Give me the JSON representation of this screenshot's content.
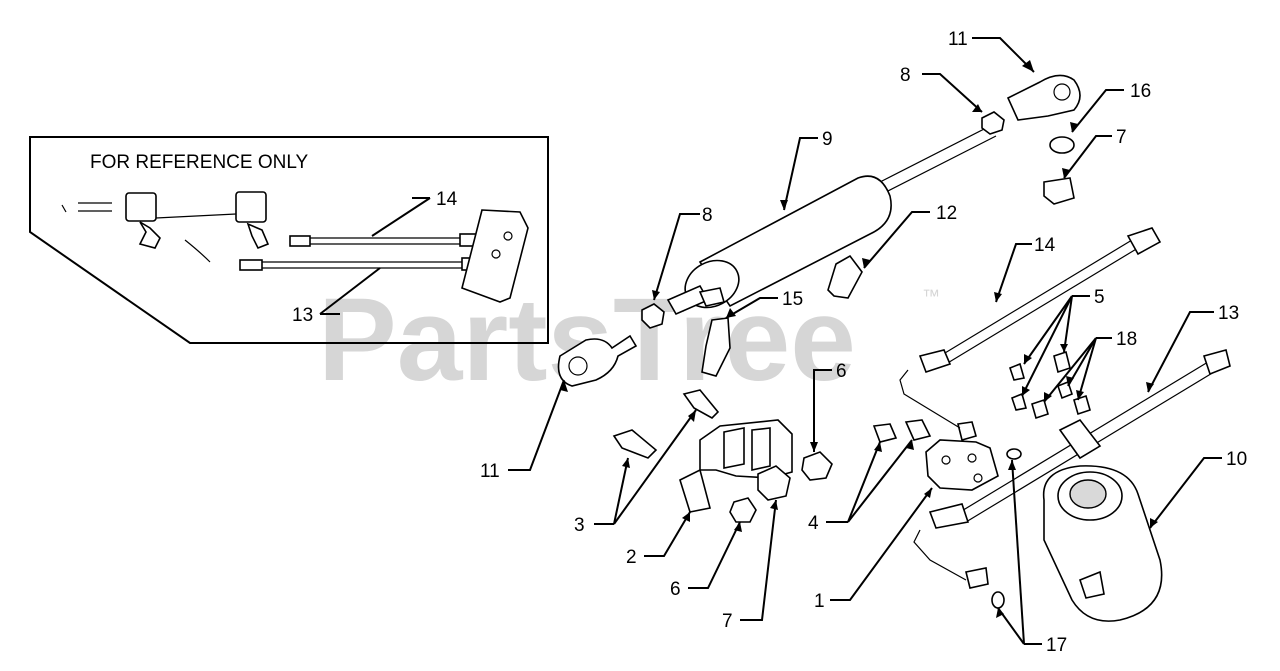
{
  "reference_box": {
    "title": "FOR REFERENCE ONLY",
    "labels": [
      "14",
      "13"
    ]
  },
  "watermark": {
    "text": "PartsTree",
    "trademark": "™"
  },
  "callouts": [
    {
      "id": "1",
      "text": "1"
    },
    {
      "id": "2",
      "text": "2"
    },
    {
      "id": "3",
      "text": "3"
    },
    {
      "id": "4",
      "text": "4"
    },
    {
      "id": "5",
      "text": "5"
    },
    {
      "id": "6a",
      "text": "6"
    },
    {
      "id": "6b",
      "text": "6"
    },
    {
      "id": "7a",
      "text": "7"
    },
    {
      "id": "7b",
      "text": "7"
    },
    {
      "id": "8a",
      "text": "8"
    },
    {
      "id": "8b",
      "text": "8"
    },
    {
      "id": "9",
      "text": "9"
    },
    {
      "id": "10",
      "text": "10"
    },
    {
      "id": "11a",
      "text": "11"
    },
    {
      "id": "11b",
      "text": "11"
    },
    {
      "id": "12",
      "text": "12"
    },
    {
      "id": "13",
      "text": "13"
    },
    {
      "id": "14",
      "text": "14"
    },
    {
      "id": "15",
      "text": "15"
    },
    {
      "id": "16",
      "text": "16"
    },
    {
      "id": "17",
      "text": "17"
    },
    {
      "id": "18",
      "text": "18"
    }
  ]
}
